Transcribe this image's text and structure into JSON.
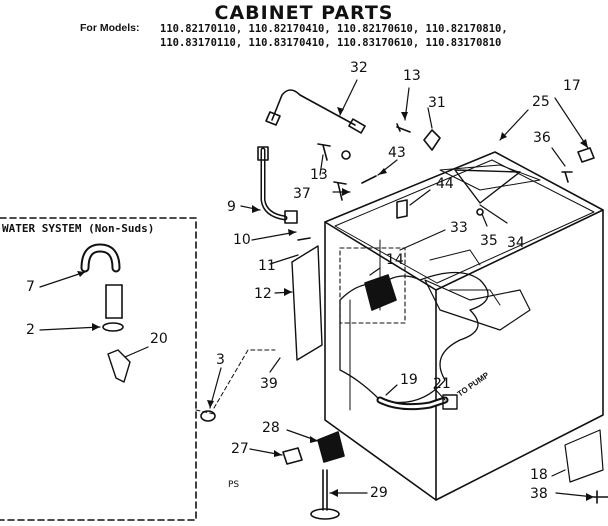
{
  "header": {
    "title": "CABINET PARTS",
    "models_label": "For Models:",
    "models": [
      "110.82170110, 110.82170410, 110.82170610, 110.82170810,",
      "110.83170110, 110.83170410, 110.83170610, 110.83170810"
    ]
  },
  "inset": {
    "title": "WATER SYSTEM (Non-Suds)"
  },
  "notes": {
    "pump": "TO PUMP",
    "ref": "PS"
  },
  "callouts": [
    "32",
    "13",
    "31",
    "17",
    "25",
    "36",
    "43",
    "13",
    "37",
    "44",
    "9",
    "33",
    "35",
    "34",
    "10",
    "14",
    "11",
    "12",
    "7",
    "2",
    "20",
    "3",
    "39",
    "19",
    "21",
    "28",
    "27",
    "29",
    "18",
    "38"
  ]
}
